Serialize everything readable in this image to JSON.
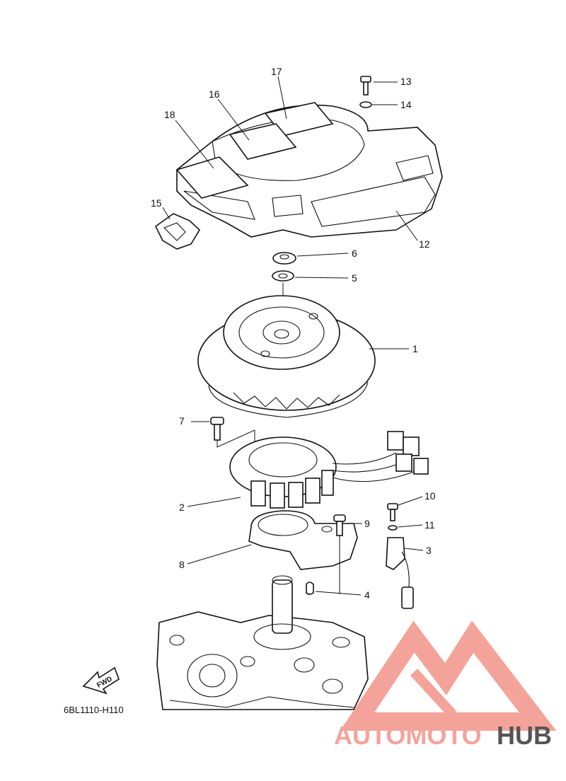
{
  "diagram": {
    "code": "6BL1110-H110",
    "fwd_label": "FWD",
    "callouts": [
      "1",
      "2",
      "3",
      "4",
      "5",
      "6",
      "7",
      "8",
      "9",
      "10",
      "11",
      "12",
      "13",
      "14",
      "15",
      "16",
      "17",
      "18"
    ]
  },
  "watermark": {
    "part1": "AUTOMOTO",
    "part2": "HUB",
    "color_primary": "#f4a39a",
    "color_secondary": "#555555"
  }
}
